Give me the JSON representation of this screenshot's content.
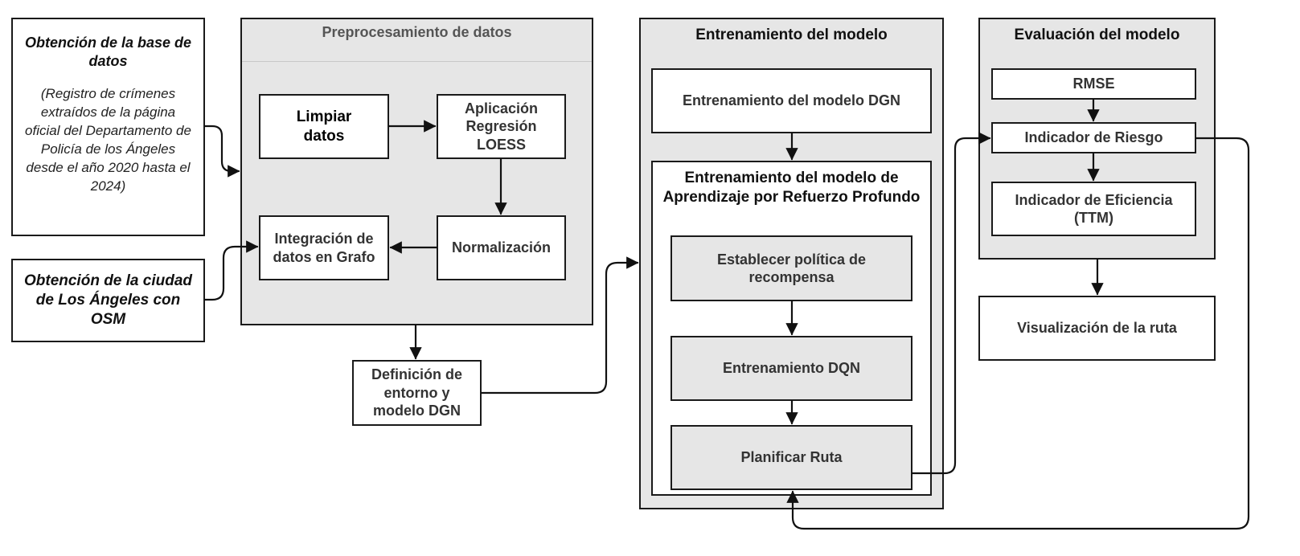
{
  "sources": {
    "database": {
      "title": "Obtención de la base de datos",
      "detail": "(Registro de crímenes extraídos de la página oficial del Departamento de Policía de los Ángeles desde el año 2020 hasta el 2024)"
    },
    "osm": {
      "title": "Obtención de la ciudad de Los Ángeles con OSM"
    }
  },
  "preprocessing": {
    "title": "Preprocesamiento de datos",
    "clean": "Limpiar datos",
    "loess": "Aplicación Regresión LOESS",
    "normalize": "Normalización",
    "graph": "Integración de datos en Grafo"
  },
  "environment": {
    "label": "Definición de entorno y modelo DGN"
  },
  "training": {
    "title": "Entrenamiento del modelo",
    "dgn": "Entrenamiento del modelo DGN",
    "drl_title": "Entrenamiento del modelo de Aprendizaje por Refuerzo Profundo",
    "reward": "Establecer política de recompensa",
    "dqn": "Entrenamiento DQN",
    "route": "Planificar Ruta"
  },
  "evaluation": {
    "title": "Evaluación del modelo",
    "rmse": "RMSE",
    "risk": "Indicador de Riesgo",
    "efficiency": "Indicador de Eficiencia (TTM)"
  },
  "visualization": {
    "label": "Visualización de la ruta"
  }
}
